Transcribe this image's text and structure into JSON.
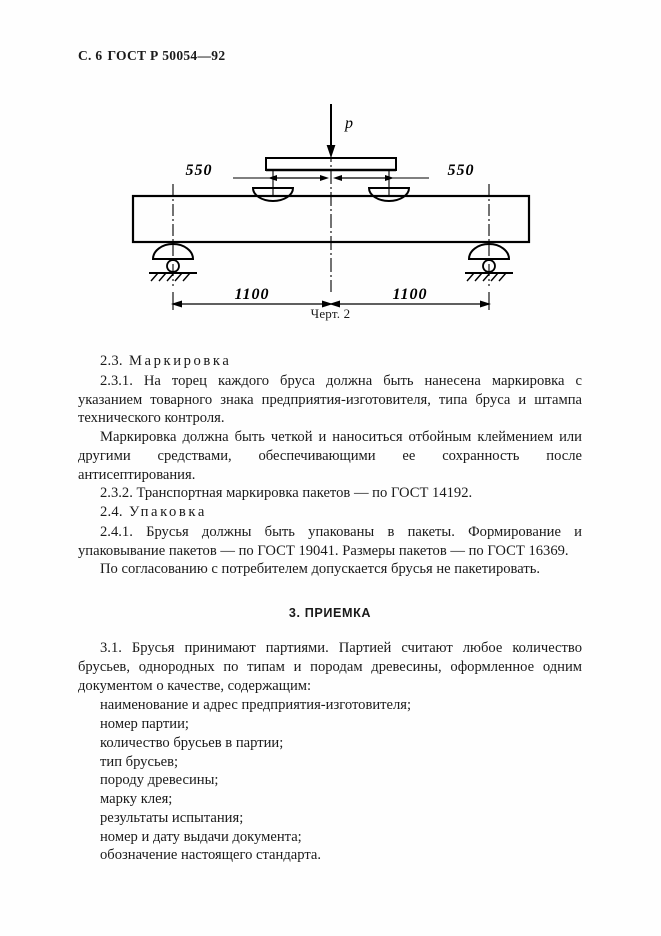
{
  "header": {
    "page_label": "С. 6",
    "standard": "ГОСТ Р 50054—92"
  },
  "figure": {
    "caption": "Черт. 2",
    "load_label": "p",
    "dim_left_top": "550",
    "dim_right_top": "550",
    "dim_left_bottom": "1100",
    "dim_right_bottom": "1100",
    "line_color": "#000000"
  },
  "body": {
    "clause_2_3_heading_num": "2.3.",
    "clause_2_3_heading_text": "Маркировка",
    "clause_2_3_1": "2.3.1. На торец каждого бруса должна быть нанесена марки­ровка с указанием товарного знака предприятия-изготовителя, типа бруса и штампа технического контроля.",
    "para_marking": "Маркировка должна быть четкой и наноситься отбойным клей­мением или другими средствами, обеспечивающими ее сохранность после антисептирования.",
    "clause_2_3_2": "2.3.2. Транспортная маркировка пакетов — по ГОСТ 14192.",
    "clause_2_4_heading_num": "2.4.",
    "clause_2_4_heading_text": "Упаковка",
    "clause_2_4_1": "2.4.1. Брусья должны быть упакованы в пакеты. Формирование и упаковывание пакетов — по ГОСТ 19041. Размеры пакетов — по ГОСТ 16369.",
    "para_agreement": "По согласованию с потребителем допускается брусья не па­кетировать.",
    "section_3_title": "3. ПРИЕМКА",
    "clause_3_1": "3.1. Брусья принимают партиями. Партией считают любое ко­личество брусьев, однородных  по типам и породам  древесины, оформленное одним документом о качестве, содержащим:",
    "requirements": [
      "наименование и адрес предприятия-изготовителя;",
      "номер партии;",
      "количество брусьев в партии;",
      "тип брусьев;",
      "породу древесины;",
      "марку клея;",
      "результаты испытания;",
      "номер и дату выдачи документа;",
      "обозначение настоящего стандарта."
    ]
  }
}
